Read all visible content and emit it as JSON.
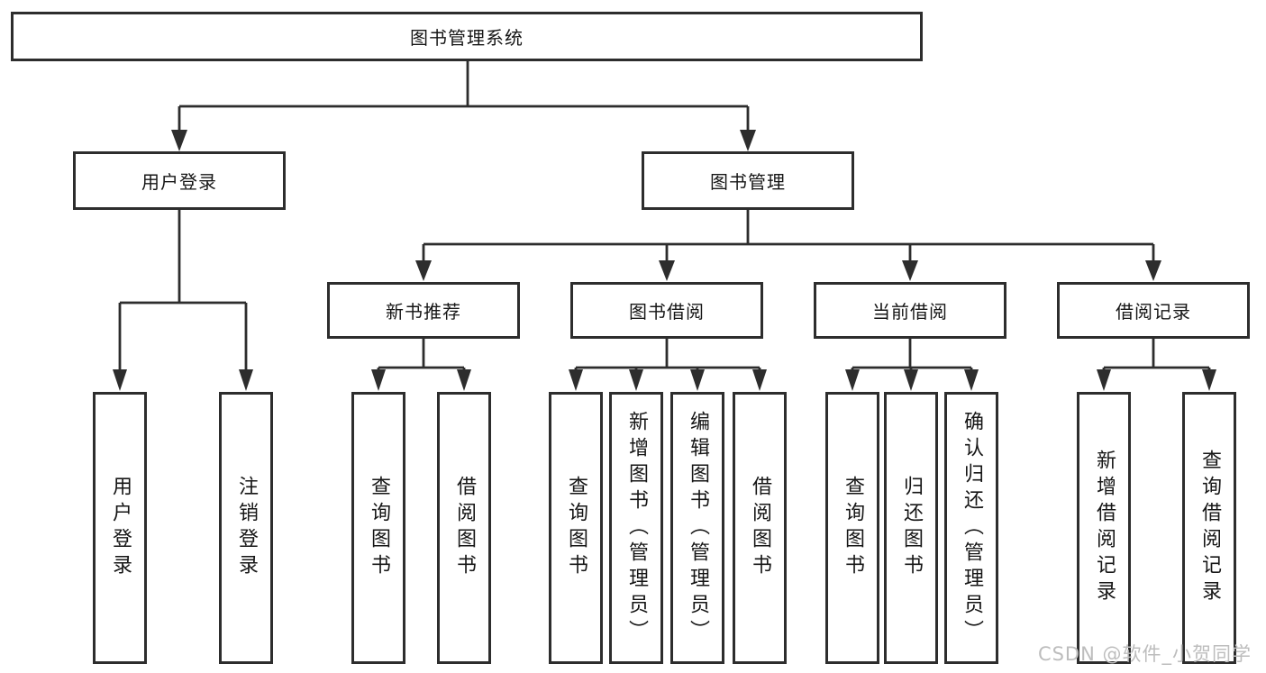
{
  "root": {
    "label": "图书管理系统"
  },
  "level2": [
    {
      "label": "用户登录"
    },
    {
      "label": "图书管理"
    }
  ],
  "level3": [
    {
      "label": "新书推荐",
      "parent": "图书管理"
    },
    {
      "label": "图书借阅",
      "parent": "图书管理"
    },
    {
      "label": "当前借阅",
      "parent": "图书管理"
    },
    {
      "label": "借阅记录",
      "parent": "图书管理"
    }
  ],
  "leaves": [
    {
      "label": "用户登录",
      "parent": "用户登录"
    },
    {
      "label": "注销登录",
      "parent": "用户登录"
    },
    {
      "label": "查询图书",
      "parent": "新书推荐"
    },
    {
      "label": "借阅图书",
      "parent": "新书推荐"
    },
    {
      "label": "查询图书",
      "parent": "图书借阅"
    },
    {
      "label": "新增图书（管理员）",
      "parent": "图书借阅"
    },
    {
      "label": "编辑图书（管理员）",
      "parent": "图书借阅"
    },
    {
      "label": "借阅图书",
      "parent": "图书借阅"
    },
    {
      "label": "查询图书",
      "parent": "当前借阅"
    },
    {
      "label": "归还图书",
      "parent": "当前借阅"
    },
    {
      "label": "确认归还（管理员）",
      "parent": "当前借阅"
    },
    {
      "label": "新增借阅记录",
      "parent": "借阅记录"
    },
    {
      "label": "查询借阅记录",
      "parent": "借阅记录"
    }
  ],
  "watermark": {
    "text": "CSDN @软件_小贺同学"
  },
  "colors": {
    "line": "#2d2d2d",
    "box_border": "#2d2d2d",
    "text": "#161616",
    "watermark": "#bdbdbd",
    "background": "#ffffff"
  }
}
